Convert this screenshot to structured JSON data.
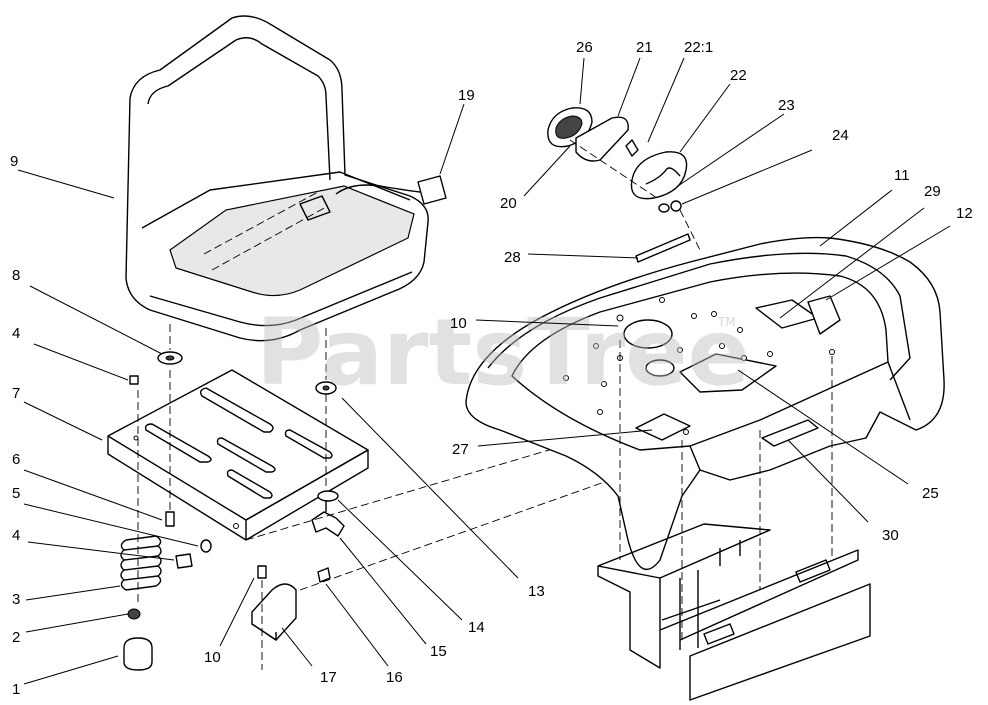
{
  "watermark": {
    "text": "PartsTree",
    "tm": "TM"
  },
  "callouts": [
    {
      "id": "c26",
      "label": "26"
    },
    {
      "id": "c21",
      "label": "21"
    },
    {
      "id": "c22-1",
      "label": "22:1"
    },
    {
      "id": "c22",
      "label": "22"
    },
    {
      "id": "c23",
      "label": "23"
    },
    {
      "id": "c24",
      "label": "24"
    },
    {
      "id": "c19",
      "label": "19"
    },
    {
      "id": "c9",
      "label": "9"
    },
    {
      "id": "c20",
      "label": "20"
    },
    {
      "id": "c11",
      "label": "11"
    },
    {
      "id": "c29",
      "label": "29"
    },
    {
      "id": "c12",
      "label": "12"
    },
    {
      "id": "c28",
      "label": "28"
    },
    {
      "id": "c8",
      "label": "8"
    },
    {
      "id": "c10a",
      "label": "10"
    },
    {
      "id": "c4a",
      "label": "4"
    },
    {
      "id": "c7",
      "label": "7"
    },
    {
      "id": "c27",
      "label": "27"
    },
    {
      "id": "c6",
      "label": "6"
    },
    {
      "id": "c5",
      "label": "5"
    },
    {
      "id": "c25",
      "label": "25"
    },
    {
      "id": "c4b",
      "label": "4"
    },
    {
      "id": "c30",
      "label": "30"
    },
    {
      "id": "c3",
      "label": "3"
    },
    {
      "id": "c13",
      "label": "13"
    },
    {
      "id": "c14",
      "label": "14"
    },
    {
      "id": "c2",
      "label": "2"
    },
    {
      "id": "c15",
      "label": "15"
    },
    {
      "id": "c10b",
      "label": "10"
    },
    {
      "id": "c17",
      "label": "17"
    },
    {
      "id": "c16",
      "label": "16"
    },
    {
      "id": "c1",
      "label": "1"
    }
  ]
}
